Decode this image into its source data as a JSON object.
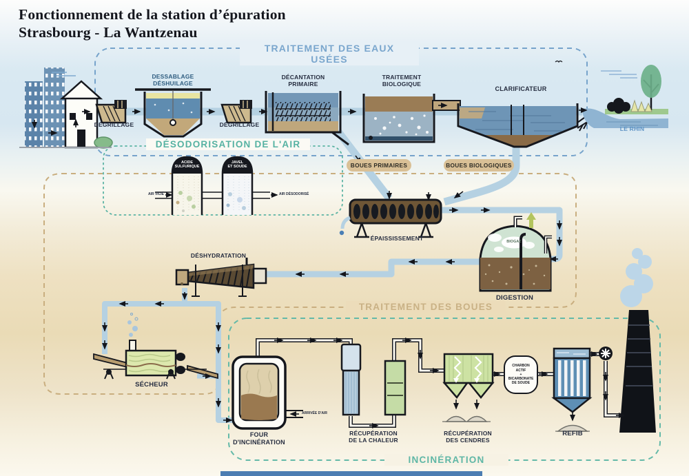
{
  "title": {
    "line1": "Fonctionnement de la station d’épuration",
    "line2": "Strasbourg - La Wantzenau"
  },
  "sections": {
    "eaux_usees": "TRAITEMENT DES EAUX USÉES",
    "desodorisation": "DÉSODORISATION DE L'AIR",
    "boues": "TRAITEMENT DES BOUES",
    "incineration": "INCINÉRATION"
  },
  "labels": {
    "degrillage_1": "DÉGRILLAGE",
    "dessablage": "DESSABLAGE\nDÉSHUILAGE",
    "degrillage_2": "DÉGRILLAGE",
    "decantation": "DÉCANTATION\nPRIMAIRE",
    "biologique": "TRAITEMENT\nBIOLOGIQUE",
    "clarificateur": "CLARIFICATEUR",
    "rhin": "LE RHIN",
    "acide": "ACIDE\nSULFURIQUE",
    "javel": "JAVEL\nET SOUDE",
    "air_vicie": "AIR VICIÉ",
    "air_desodorise": "AIR DÉSODORISÉ",
    "boues_primaires": "BOUES PRIMAIRES",
    "boues_biologiques": "BOUES BIOLOGIQUES",
    "epaississement": "ÉPAISSISSEMENT",
    "biogaz": "BIOGAZ",
    "digestion": "DIGESTION",
    "deshydratation": "DÉSHYDRATATION",
    "secheur": "SÉCHEUR",
    "four": "FOUR\nD'INCINÉRATION",
    "arrivee_air": "ARRIVÉE D'AIR",
    "chaleur": "RÉCUPÉRATION\nDE LA CHALEUR",
    "cendres": "RÉCUPÉRATION\nDES CENDRES",
    "charbon": "CHARBON\nACTIF\n+\nBICARBONATE\nDE SOUDE",
    "refib": "REFIB"
  },
  "colors": {
    "header_blue": "#7aa6cd",
    "teal": "#56b2a2",
    "tan_header": "#cbb185",
    "pipe_blue": "#b5d1e2",
    "ink": "#16181e",
    "rhin_text": "#5d92c4",
    "pill_bg": "#d9c096",
    "footer_bar": "#4c7db2"
  },
  "icons": {
    "fan": "fan-icon",
    "biogas_arrow": "up-arrow-icon",
    "smoke": "smoke-cloud-icon"
  }
}
